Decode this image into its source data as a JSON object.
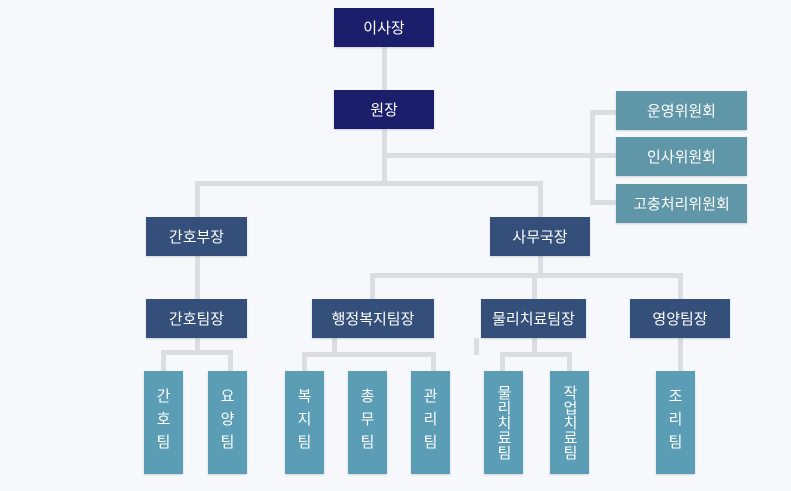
{
  "chairman": "이사장",
  "director": "원장",
  "committees": [
    "운영위원회",
    "인사위원회",
    "고충처리위원회"
  ],
  "departments": {
    "nursing": "간호부장",
    "admin": "사무국장"
  },
  "team_leaders": [
    "간호팀장",
    "행정복지팀장",
    "물리치료팀장",
    "영양팀장"
  ],
  "teams": [
    "간호팀",
    "요양팀",
    "복지팀",
    "총무팀",
    "관리팀",
    "물리치료팀",
    "작업치료팀",
    "조리팀"
  ]
}
